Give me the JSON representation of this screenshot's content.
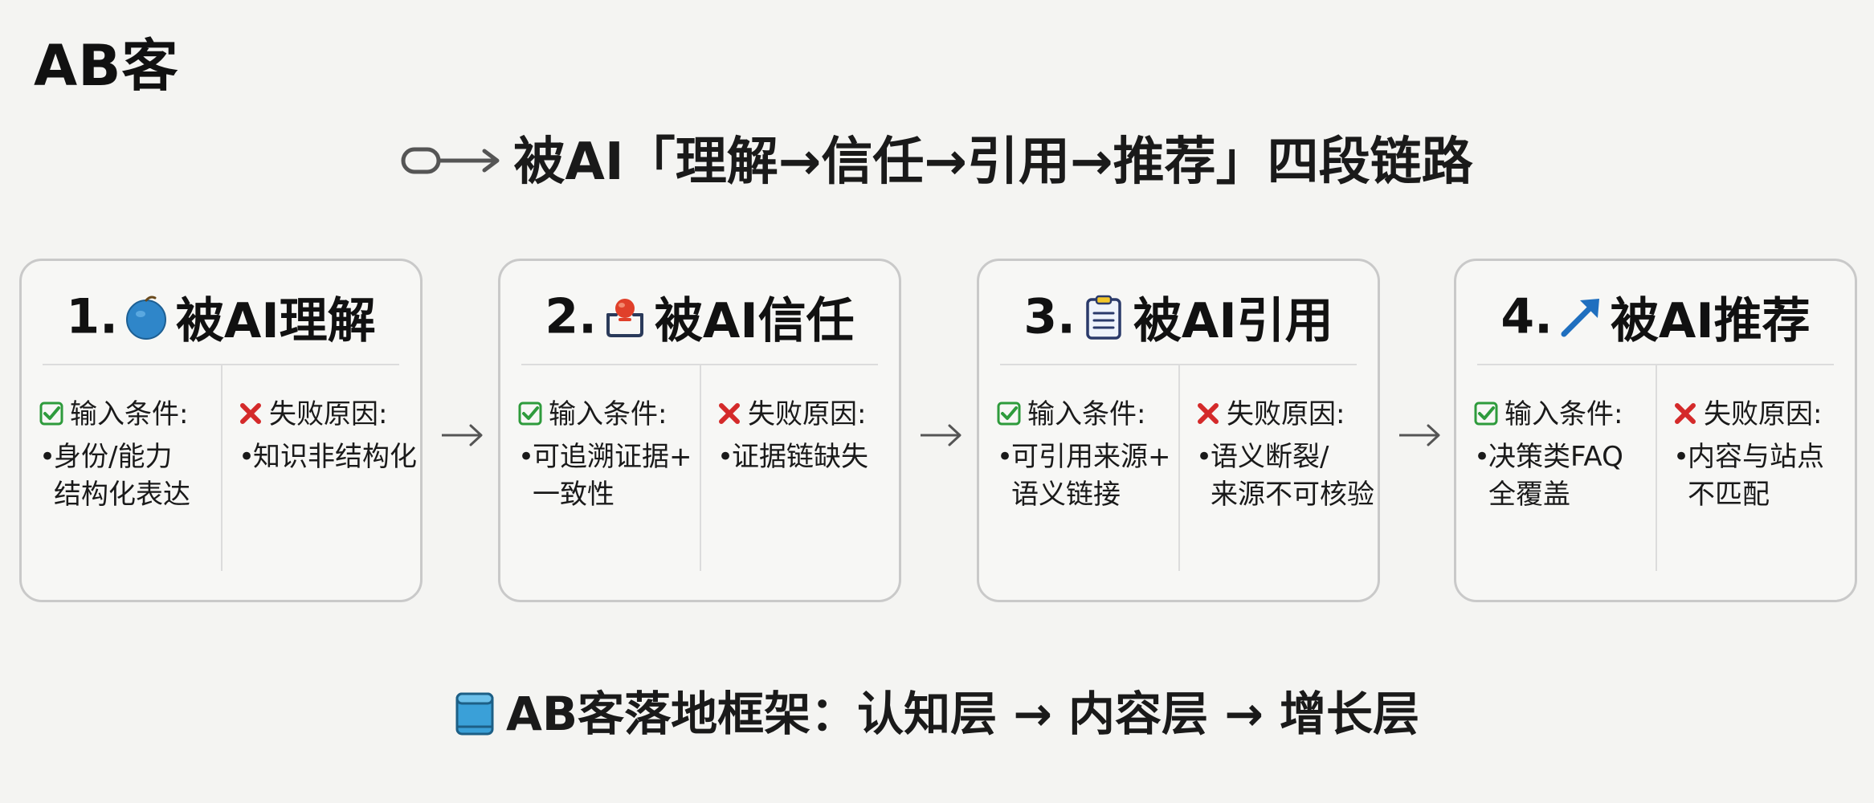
{
  "logo": "AB客",
  "headline": "被AI「理解→信任→引用→推荐」四段链路",
  "cards": [
    {
      "number": "1.",
      "title": "被AI理解",
      "icon": "blue-globe-icon",
      "input_label": "输入条件:",
      "input_items": [
        "身份/能力\n结构化表达"
      ],
      "fail_label": "失败原因:",
      "fail_items": [
        "知识非结构化"
      ]
    },
    {
      "number": "2.",
      "title": "被AI信任",
      "icon": "trust-badge-icon",
      "input_label": "输入条件:",
      "input_items": [
        "可追溯证据+\n一致性"
      ],
      "fail_label": "失败原因:",
      "fail_items": [
        "证据链缺失"
      ]
    },
    {
      "number": "3.",
      "title": "被AI引用",
      "icon": "clipboard-icon",
      "input_label": "输入条件:",
      "input_items": [
        "可引用来源+\n语义链接"
      ],
      "fail_label": "失败原因:",
      "fail_items": [
        "语义断裂/\n来源不可核验"
      ]
    },
    {
      "number": "4.",
      "title": "被AI推荐",
      "icon": "growth-arrow-icon",
      "input_label": "输入条件:",
      "input_items": [
        "决策类FAQ\n全覆盖"
      ],
      "fail_label": "失败原因:",
      "fail_items": [
        "内容与站点\n不匹配"
      ]
    }
  ],
  "footer": "AB客落地框架：认知层 → 内容层 → 增长层",
  "colors": {
    "check": "#2e9b3c",
    "cross": "#d42a2a",
    "globe": "#2f86c9",
    "arrow_blue": "#1f6fbf",
    "book": "#3aa0d8"
  }
}
